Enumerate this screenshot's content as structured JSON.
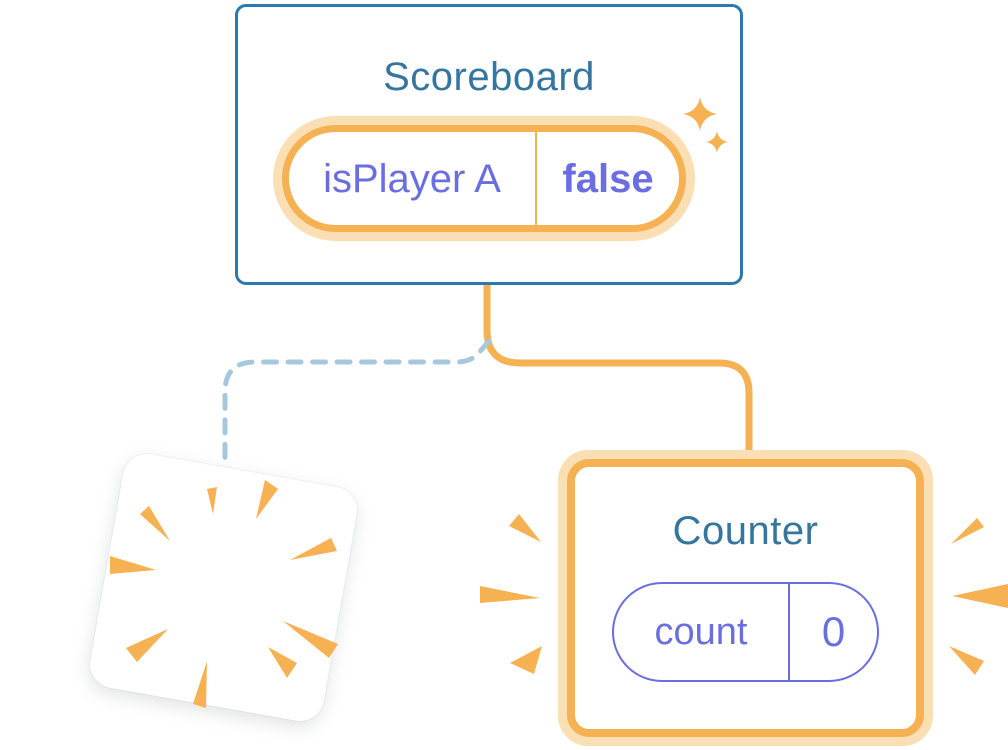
{
  "diagram": {
    "scoreboard": {
      "title": "Scoreboard",
      "state_key": "isPlayer A",
      "state_value": "false"
    },
    "counter": {
      "title": "Counter",
      "state_key": "count",
      "state_value": "0"
    }
  },
  "icons": {
    "sparkle_large": "sparkle-icon",
    "sparkle_small": "sparkle-icon",
    "burst": "burst-rays-icon",
    "side_sparks": "spark-rays-icon"
  },
  "colors": {
    "accent-orange": "#F6B152",
    "orange-glow": "#FBDFB4",
    "card-border-blue": "#2B7AAD",
    "title-blue": "#35759E",
    "state-purple": "#6A6EE0",
    "dashed-blue": "#A7C7DC",
    "bg": "#FFFFFF"
  }
}
